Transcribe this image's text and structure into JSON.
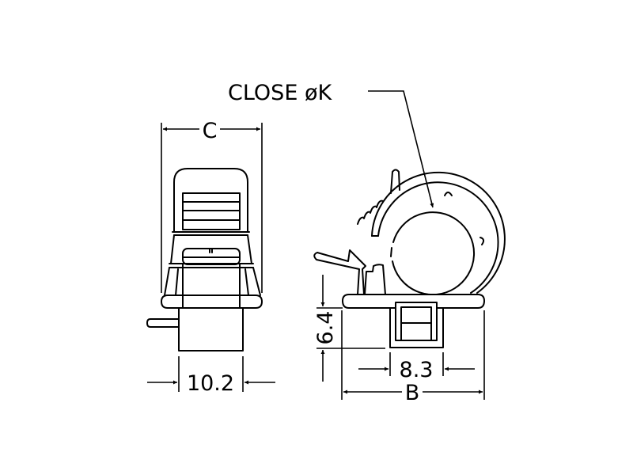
{
  "drawing": {
    "callout_label": "CLOSE øK",
    "dimensions": {
      "width_c": "C",
      "width_front": "10.2",
      "height_base": "6.4",
      "width_slot": "8.3",
      "width_b": "B"
    },
    "line_color": "#000000",
    "background_color": "#ffffff"
  }
}
